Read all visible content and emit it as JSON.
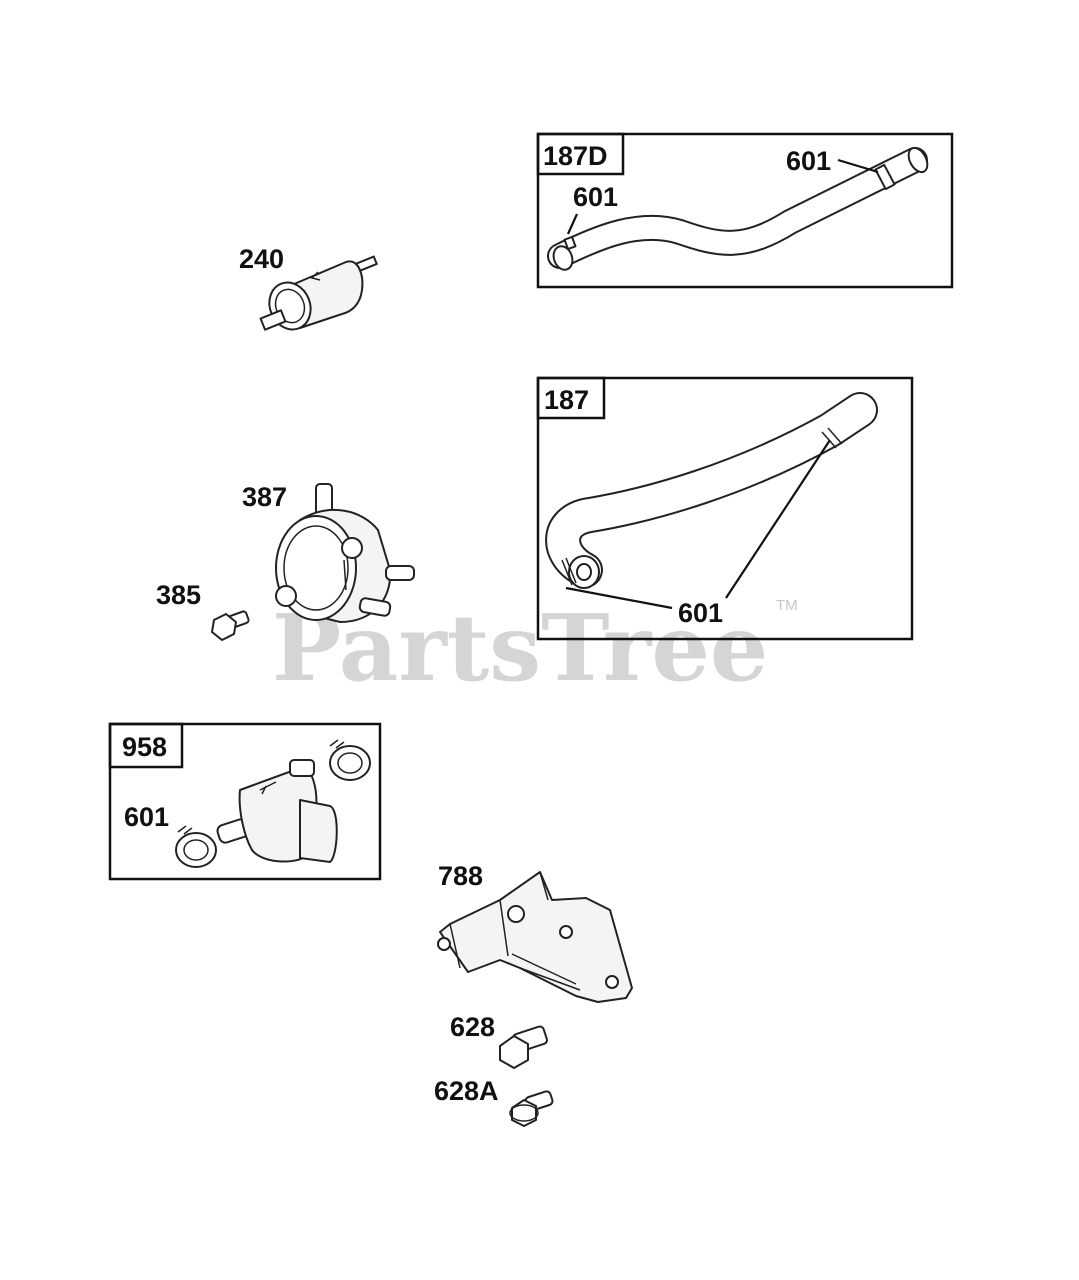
{
  "watermark": {
    "text": "PartsTree",
    "trademark": "TM"
  },
  "groups": [
    {
      "id": "187D",
      "label": "187D",
      "callouts": [
        "601",
        "601"
      ]
    },
    {
      "id": "187",
      "label": "187",
      "callouts": [
        "601"
      ]
    },
    {
      "id": "958",
      "label": "958",
      "callouts": [
        "601"
      ]
    }
  ],
  "parts": [
    {
      "id": "240",
      "label": "240",
      "icon": "fuel-filter-icon"
    },
    {
      "id": "387",
      "label": "387",
      "icon": "fuel-pump-icon"
    },
    {
      "id": "385",
      "label": "385",
      "icon": "screw-icon"
    },
    {
      "id": "788",
      "label": "788",
      "icon": "bracket-icon"
    },
    {
      "id": "628",
      "label": "628",
      "icon": "bolt-icon"
    },
    {
      "id": "628A",
      "label": "628A",
      "icon": "bolt-icon"
    }
  ]
}
